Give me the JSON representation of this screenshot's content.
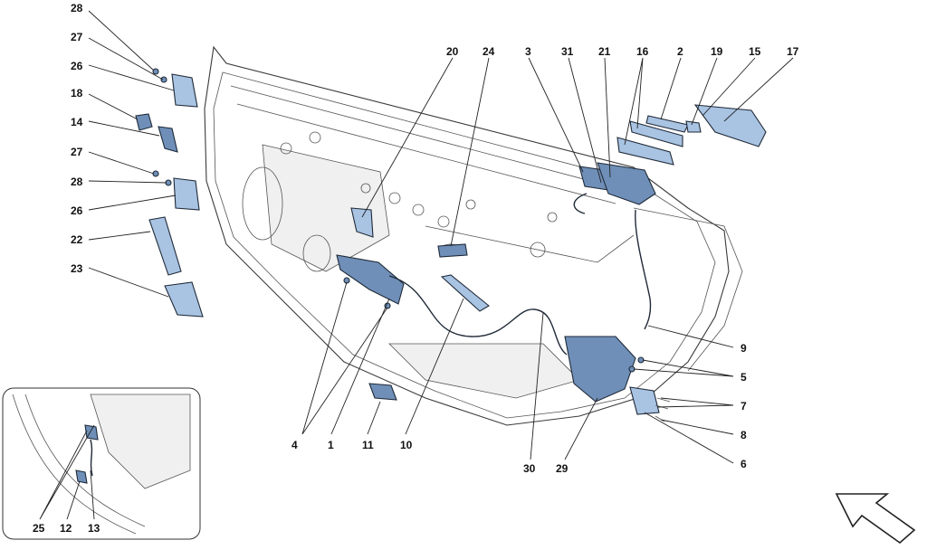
{
  "labels": {
    "l1": "1",
    "l2": "2",
    "l3": "3",
    "l4": "4",
    "l5": "5",
    "l6": "6",
    "l7": "7",
    "l8": "8",
    "l9": "9",
    "l10": "10",
    "l11": "11",
    "l12": "12",
    "l13": "13",
    "l14": "14",
    "l15": "15",
    "l16": "16",
    "l17": "17",
    "l18": "18",
    "l19": "19",
    "l20": "20",
    "l21": "21",
    "l22": "22",
    "l23": "23",
    "l24": "24",
    "l25": "25",
    "l26a": "26",
    "l26b": "26",
    "l27a": "27",
    "l27b": "27",
    "l28a": "28",
    "l28b": "28",
    "l29": "29",
    "l30": "30",
    "l31": "31"
  },
  "colors": {
    "part_fill": "#a9c3e2",
    "part_dark": "#6f8fb8",
    "outline": "#1f2a38"
  },
  "icons": {
    "direction_arrow": "forward-arrow-icon"
  }
}
